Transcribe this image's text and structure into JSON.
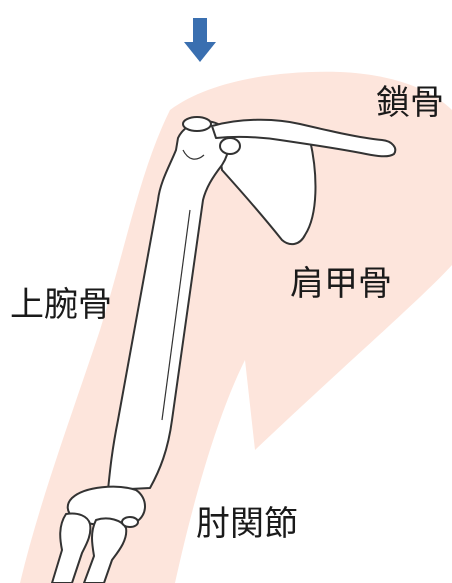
{
  "labels": {
    "clavicle": "鎖骨",
    "scapula": "肩甲骨",
    "humerus": "上腕骨",
    "elbow_joint": "肘関節"
  },
  "icons": {
    "pointer_arrow": "arrow-down-icon"
  },
  "colors": {
    "arrow": "#3a6fb0",
    "skin": "#fde5dc",
    "bone_fill": "#ffffff",
    "bone_outline": "#333333"
  }
}
